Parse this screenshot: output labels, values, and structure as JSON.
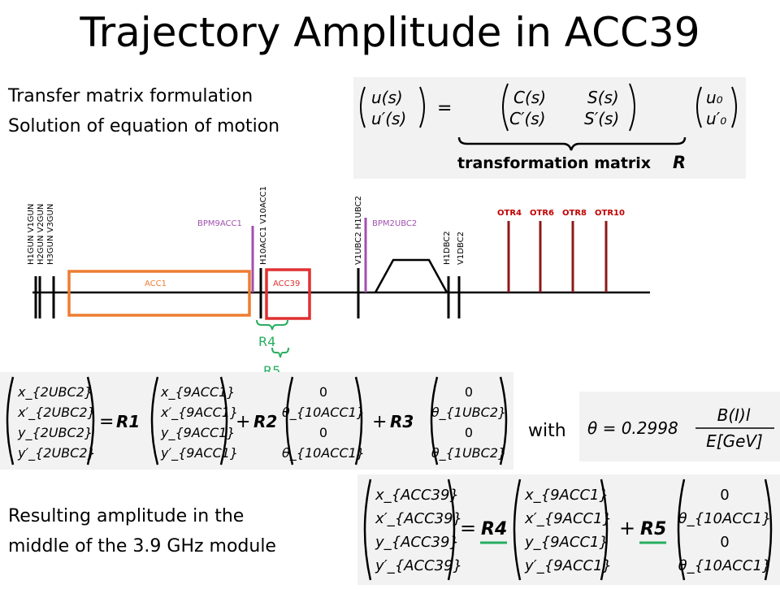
{
  "title": "Trajectory Amplitude in ACC39",
  "intro": {
    "line1": "Transfer matrix formulation",
    "line2": "Solution of equation of motion"
  },
  "eq_transfer": {
    "lhs": [
      "u(s)",
      "u′(s)"
    ],
    "matrix": [
      [
        "C(s)",
        "S(s)"
      ],
      [
        "C′(s)",
        "S′(s)"
      ]
    ],
    "rhs": [
      "u₀",
      "u′₀"
    ],
    "brace_label": "transformation matrix",
    "brace_symbol": "R"
  },
  "beamline": {
    "corrector_labels": [
      "H1GUN V1GUN",
      "H2GUN V2GUN",
      "H3GUN V3GUN",
      "H10ACC1 V10ACC1",
      "V1UBC2 H1UBC2",
      "H1DBC2",
      "V1DBC2"
    ],
    "bpm_labels": [
      "BPM9ACC1",
      "BPM2UBC2"
    ],
    "otr_labels": [
      "OTR4",
      "OTR6",
      "OTR8",
      "OTR10"
    ],
    "modules": [
      "ACC1",
      "ACC39"
    ],
    "r_labels": [
      "R4",
      "R5"
    ],
    "colors": {
      "acc1": "#ed7d31",
      "acc39": "#e03030",
      "bpm": "#a050b0",
      "otr": "#8b1a1a",
      "r": "#27ae60",
      "line": "#000000"
    }
  },
  "eq_main": {
    "lhs": [
      "x_{2UBC2}",
      "x′_{2UBC2}",
      "y_{2UBC2}",
      "y′_{2UBC2}"
    ],
    "ops": [
      "=",
      "R1",
      "+",
      "R2",
      "+",
      "R3"
    ],
    "vec1": [
      "x_{9ACC1}",
      "x′_{9ACC1}",
      "y_{9ACC1}",
      "y′_{9ACC1}"
    ],
    "vec2": [
      "0",
      "θ_{10ACC1}",
      "0",
      "θ_{10ACC1}"
    ],
    "vec3": [
      "0",
      "θ_{1UBC2}",
      "0",
      "θ_{1UBC2}"
    ]
  },
  "with_label": "with",
  "eq_theta": {
    "lhs": "θ = 0.2998",
    "numerator": "B(I)l",
    "denominator": "E[GeV]"
  },
  "result": {
    "line1": "Resulting amplitude in the",
    "line2": "middle of the 3.9 GHz module"
  },
  "eq_result": {
    "lhs": [
      "x_{ACC39}",
      "x′_{ACC39}",
      "y_{ACC39}",
      "y′_{ACC39}"
    ],
    "ops": [
      "=",
      "R4",
      "+",
      "R5"
    ],
    "vec1": [
      "x_{9ACC1}",
      "x′_{9ACC1}",
      "y_{9ACC1}",
      "y′_{9ACC1}"
    ],
    "vec2": [
      "0",
      "θ_{10ACC1}",
      "0",
      "θ_{10ACC1}"
    ],
    "underline_color": "#27ae60"
  }
}
